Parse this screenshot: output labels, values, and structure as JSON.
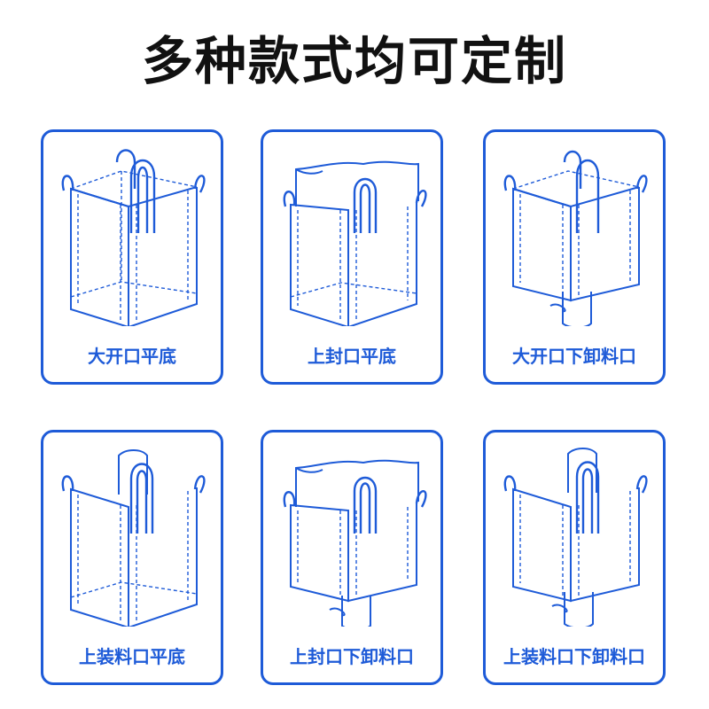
{
  "title": "多种款式均可定制",
  "accent_color": "#1e5bd8",
  "cards": [
    {
      "label": "大开口平底",
      "top": "open",
      "bottom": "flat",
      "icon": "ton-bag-open-top-flat-bottom"
    },
    {
      "label": "上封口平底",
      "top": "sealed",
      "bottom": "flat",
      "icon": "ton-bag-sealed-top-flat-bottom"
    },
    {
      "label": "大开口下卸料口",
      "top": "open",
      "bottom": "spout",
      "icon": "ton-bag-open-top-discharge-spout"
    },
    {
      "label": "上装料口平底",
      "top": "spout",
      "bottom": "flat",
      "icon": "ton-bag-fill-spout-flat-bottom"
    },
    {
      "label": "上封口下卸料口",
      "top": "sealed",
      "bottom": "spout",
      "icon": "ton-bag-sealed-top-discharge-spout"
    },
    {
      "label": "上装料口下卸料口",
      "top": "spout",
      "bottom": "spout",
      "icon": "ton-bag-fill-spout-discharge-spout"
    }
  ]
}
